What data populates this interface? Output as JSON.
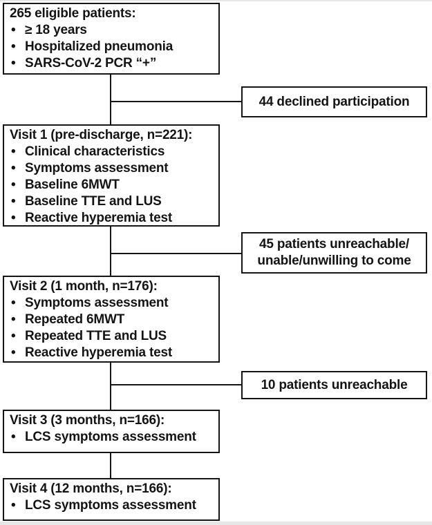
{
  "flowchart": {
    "main_boxes": [
      {
        "title": "265 eligible patients:",
        "items": [
          "≥ 18 years",
          "Hospitalized pneumonia",
          "SARS-CoV-2 PCR “+”"
        ]
      },
      {
        "title": "Visit 1 (pre-discharge, n=221):",
        "items": [
          "Clinical characteristics",
          "Symptoms assessment",
          "Baseline 6MWT",
          "Baseline TTE and LUS",
          "Reactive hyperemia test"
        ]
      },
      {
        "title": "Visit 2 (1 month, n=176):",
        "items": [
          "Symptoms assessment",
          "Repeated 6MWT",
          "Repeated TTE and LUS",
          "Reactive hyperemia test"
        ]
      },
      {
        "title": "Visit 3 (3 months, n=166):",
        "items": [
          "LCS symptoms assessment"
        ]
      },
      {
        "title": "Visit 4 (12 months, n=166):",
        "items": [
          "LCS symptoms assessment"
        ]
      }
    ],
    "side_boxes": [
      {
        "text": "44 declined participation"
      },
      {
        "text": "45 patients unreachable/\nunable/unwilling to come"
      },
      {
        "text": "10 patients unreachable"
      }
    ],
    "colors": {
      "border": "#141414",
      "text": "#141414",
      "background": "#ffffff"
    }
  }
}
